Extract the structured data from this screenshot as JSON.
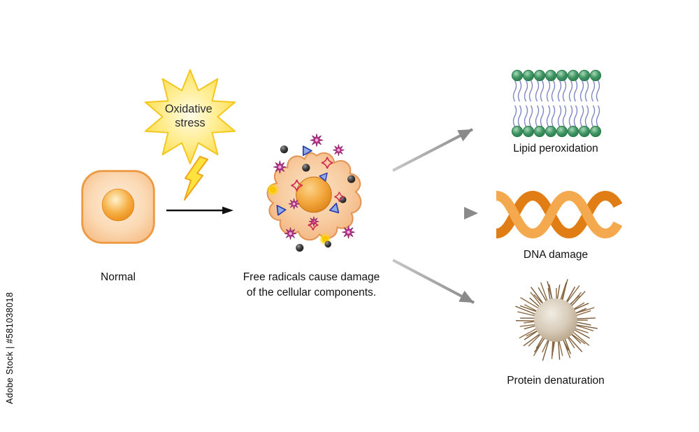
{
  "watermark": {
    "text": "Adobe Stock | #581038018"
  },
  "diagram": {
    "normal_cell_label": "Normal",
    "oxidative_stress": {
      "line1": "Oxidative",
      "line2": "stress"
    },
    "caption": {
      "line1": "Free radicals cause damage",
      "line2": "of the cellular components."
    },
    "outcomes": [
      {
        "id": "lipid-peroxidation",
        "label": "Lipid peroxidation"
      },
      {
        "id": "dna-damage",
        "label": "DNA damage"
      },
      {
        "id": "protein-denaturation",
        "label": "Protein denaturation"
      }
    ],
    "colors": {
      "cell_fill": "#f8cda2",
      "cell_stroke": "#ec9a44",
      "nucleus_orange": "#f3a63c",
      "star_yellow": "#ffd93e",
      "membrane_head_green": "#3f9563",
      "membrane_tail_blue": "#7d88c4",
      "dna_orange_light": "#f5a94e",
      "dna_orange_dark": "#e07d15",
      "protein_brown": "#7a5a38",
      "radical_magenta": "#b5378e",
      "radical_blue": "#3448b0",
      "radical_red": "#d12a50",
      "arrow_gray": "#9e9e9e",
      "arrow_black": "#111111"
    }
  }
}
